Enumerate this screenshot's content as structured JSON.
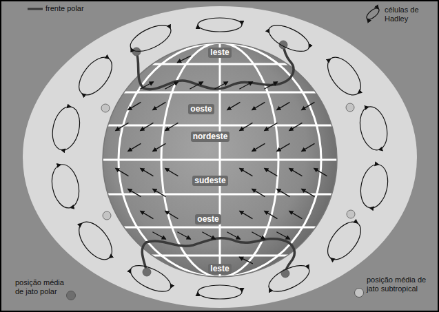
{
  "diagram": {
    "labels": [
      "leste",
      "oeste",
      "nordeste",
      "sudeste",
      "oeste",
      "leste"
    ],
    "legend": [
      {
        "text": "frente polar"
      },
      {
        "text": "células de Hadley"
      },
      {
        "text": "posição média de jato polar",
        "color": "#6e6e6e"
      },
      {
        "text": "posição média de jato subtropical",
        "color": "#c4c4c4"
      }
    ]
  }
}
